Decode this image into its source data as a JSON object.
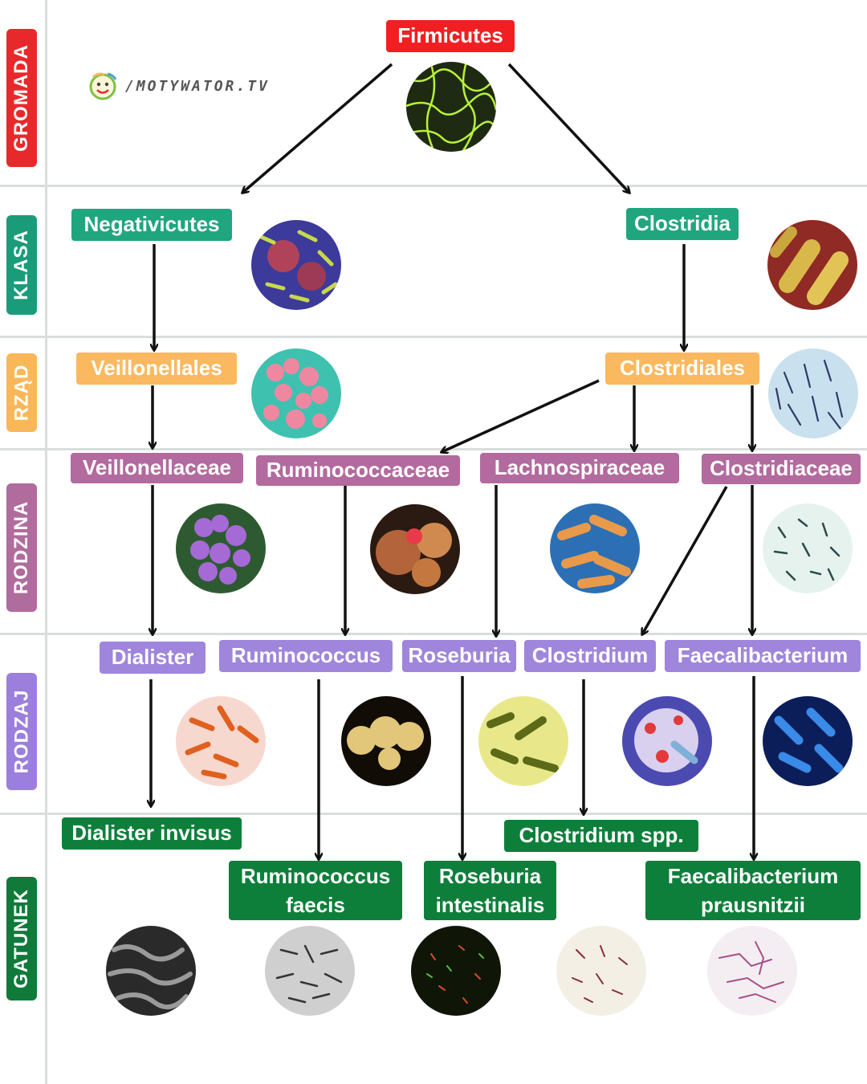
{
  "logo": {
    "text": "/MOTYWATOR.TV",
    "icon": "smiley-face-icon"
  },
  "ranks": [
    {
      "label": "GROMADA",
      "color": "#e8292b"
    },
    {
      "label": "KLASA",
      "color": "#1a9c7a"
    },
    {
      "label": "RZĄD",
      "color": "#f9b75a"
    },
    {
      "label": "RODZINA",
      "color": "#b06c9c"
    },
    {
      "label": "RODZAJ",
      "color": "#9c7fdc"
    },
    {
      "label": "GATUNEK",
      "color": "#107a3a"
    }
  ],
  "gromada": {
    "firmicutes": "Firmicutes"
  },
  "klasa": {
    "negativicutes": "Negativicutes",
    "clostridia": "Clostridia"
  },
  "rzad": {
    "veillonellales": "Veillonellales",
    "clostridiales": "Clostridiales"
  },
  "rodzina": {
    "veillonellaceae": "Veillonellaceae",
    "ruminococcaceae": "Ruminococcaceae",
    "lachnospiraceae": "Lachnospiraceae",
    "clostridiaceae": "Clostridiaceae"
  },
  "rodzaj": {
    "dialister": "Dialister",
    "ruminococcus": "Ruminococcus",
    "roseburia": "Roseburia",
    "clostridium": "Clostridium",
    "faecalibacterium": "Faecalibacterium"
  },
  "gatunek": {
    "dialister_invisus": "Dialister invisus",
    "ruminococcus_faecis_1": "Ruminococcus",
    "ruminococcus_faecis_2": "faecis",
    "roseburia_intestinalis_1": "Roseburia",
    "roseburia_intestinalis_2": "intestinalis",
    "clostridium_spp": "Clostridium spp.",
    "faecalibacterium_prausnitzii_1": "Faecalibacterium",
    "faecalibacterium_prausnitzii_2": "prausnitzii"
  },
  "colors": {
    "gromada": "#f11f22",
    "klasa": "#1fa67f",
    "rzad": "#fab85f",
    "rodzina": "#b36a9e",
    "rodzaj": "#9f85dc",
    "gatunek": "#0e7f3b"
  }
}
